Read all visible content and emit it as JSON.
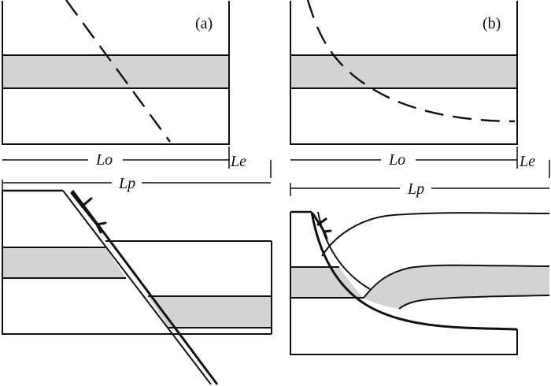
{
  "figure": {
    "panels": [
      {
        "id": "a",
        "label": "(a)",
        "measure_labels": {
          "Lo": "Lo",
          "Le": "Le",
          "Lp": "Lp"
        }
      },
      {
        "id": "b",
        "label": "(b)",
        "measure_labels": {
          "Lo": "Lo",
          "Le": "Le",
          "Lp": "Lp"
        }
      }
    ],
    "colors": {
      "stroke": "#111111",
      "layer_fill": "#d3d3d3",
      "background": "#ffffff"
    }
  }
}
